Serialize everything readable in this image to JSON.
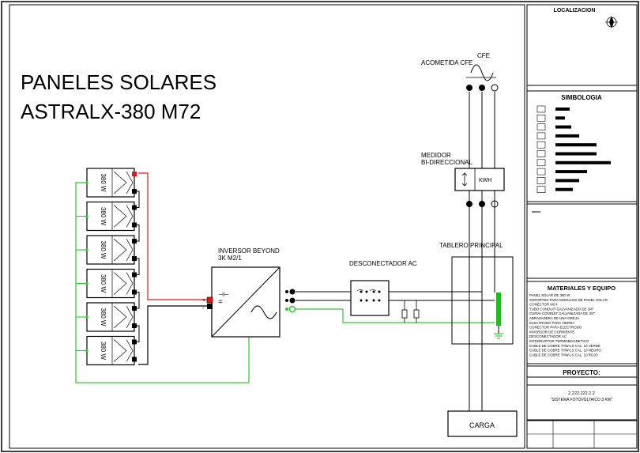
{
  "title": {
    "line1": "PANELES SOLARES",
    "line2": "ASTRALX-380 M72"
  },
  "panels": {
    "count": 6,
    "rating_label": "380 W"
  },
  "inverter": {
    "label_line1": "INVERSOR BEYOND",
    "label_line2": "3K M2/1"
  },
  "disconnect": {
    "label": "DESCONECTADOR AC"
  },
  "grid": {
    "cfe_label": "CFE",
    "acometida_label": "ACOMETIDA CFE"
  },
  "meter": {
    "label_line1": "MEDIDOR",
    "label_line2": "BI-DIRECCIONAL",
    "kwh_label": "KWH"
  },
  "tablero": {
    "label": "TABLERO PRINCIPAL"
  },
  "carga": {
    "label": "CARGA"
  },
  "title_block": {
    "localizacion": "LOCALIZACION",
    "simbologia": "SIMBOLOGIA",
    "materiales_title": "MATERIALES Y EQUIPO",
    "materiales_lines": [
      "PANEL SOLAR DE 380 W",
      "SOPORTES PARA MODULOS DE PANEL SOLAR",
      "CONECTOR MC4",
      "TUBO CONDUIT GALVANIZADO DE 3/4\"",
      "CURVA CONDUIT GALVANIZADA DE 3/4\"",
      "ABRAZADERA DE UNA OREJA",
      "ELECTRODO PARA TIERRA",
      "CONECTOR PARA ELECTRODO",
      "INVERSOR DE CORRIENTE",
      "DESCONECTADOR AC",
      "INTERRUPTOR TERMOMAGNETICO",
      "CABLE DE COBRE THW-LS CAL. 10 VERDE",
      "CABLE DE COBRE THW-LS CAL. 10 NEGRO",
      "CABLE DE COBRE THW-LS CAL. 10 ROJO"
    ],
    "proyecto_label": "PROYECTO:",
    "proyecto_code": "2.222.222.2.2",
    "proyecto_name": "\"SISTEMA FOTOVOLTAICO 3 KW\""
  },
  "colors": {
    "positive_wire": "#e01818",
    "ground_wire": "#2ecc2e",
    "neutral_wire": "#000000",
    "ground_bus": "#18c018"
  }
}
